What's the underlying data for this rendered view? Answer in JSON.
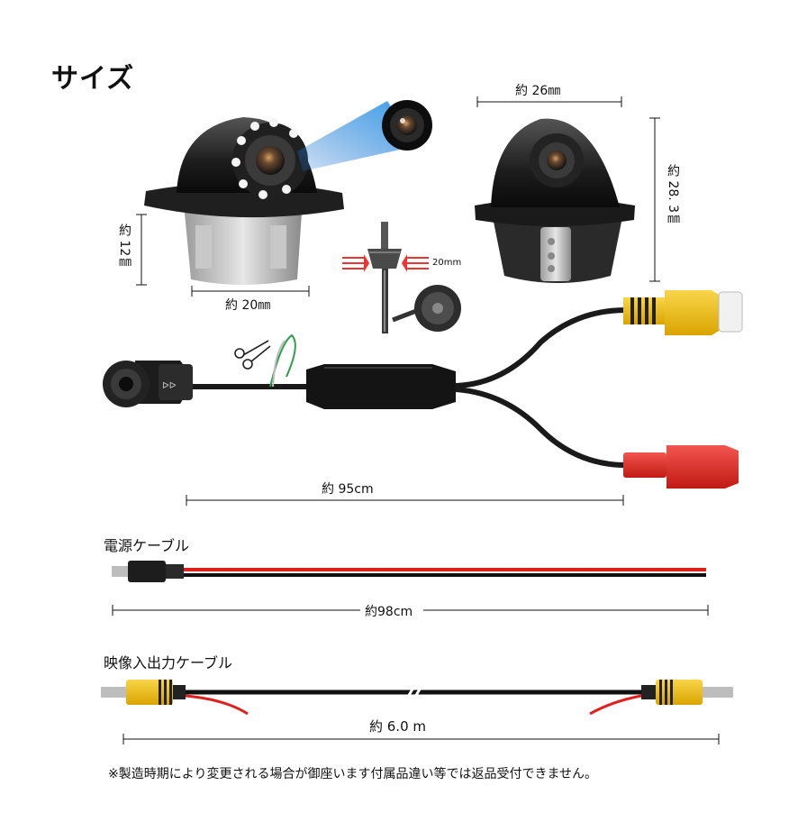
{
  "title": "サイズ",
  "dimensions": {
    "cam1_height": "約 12㎜",
    "cam1_width": "約 20㎜",
    "drill_size": "20mm",
    "cam2_width": "約 26㎜",
    "cam2_height": "約 28. 3㎜",
    "cable_main_length": "約 95cm"
  },
  "power_cable": {
    "label": "電源ケーブル",
    "length": "約98cm"
  },
  "av_cable": {
    "label": "映像入出力ケーブル",
    "length": "約 6.0 m"
  },
  "note": "※製造時期により変更される場合が御座います付属品違い等では返品受付できません。",
  "colors": {
    "yellow_rca": "#f2c21b",
    "red_rca": "#e3261f",
    "cable": "#1a1a1a",
    "lens_blue": "#3fa3e6",
    "wire_red": "#e02020"
  }
}
